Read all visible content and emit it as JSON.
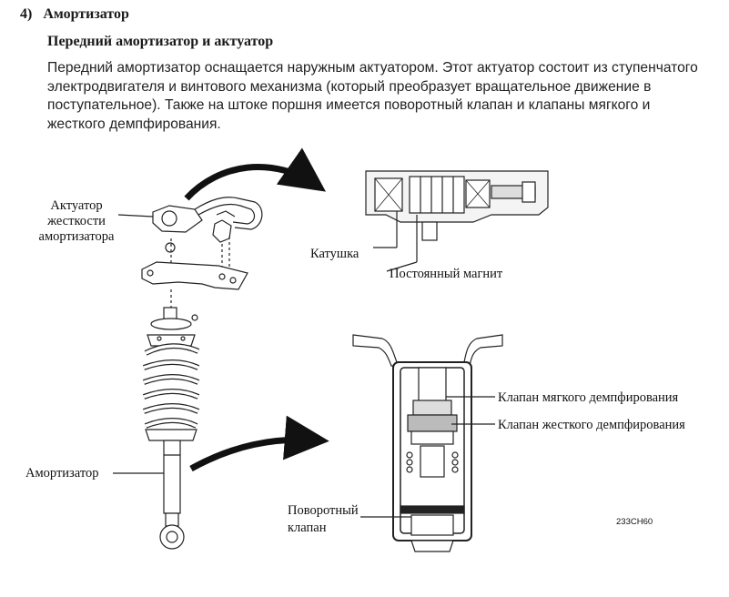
{
  "section": {
    "number": "4)",
    "title": "Амортизатор"
  },
  "subsection": {
    "title": "Передний амортизатор и актуатор"
  },
  "paragraph": "Передний амортизатор оснащается наружным актуатором. Этот актуатор состоит из ступенчатого электродвигателя и винтового механизма (который преобразует вращательное движение в поступательное). Также на штоке поршня имеется поворотный клапан и клапаны мягкого и жесткого демпфирования.",
  "labels": {
    "actuator_line1": "Актуатор",
    "actuator_line2": "жесткости",
    "actuator_line3": "амортизатора",
    "coil": "Катушка",
    "magnet": "Постоянный магнит",
    "shock": "Амортизатор",
    "soft_valve": "Клапан мягкого демпфирования",
    "hard_valve": "Клапан жесткого демпфирования",
    "rotary_line1": "Поворотный",
    "rotary_line2": "клапан",
    "figure_code": "233CH60"
  }
}
